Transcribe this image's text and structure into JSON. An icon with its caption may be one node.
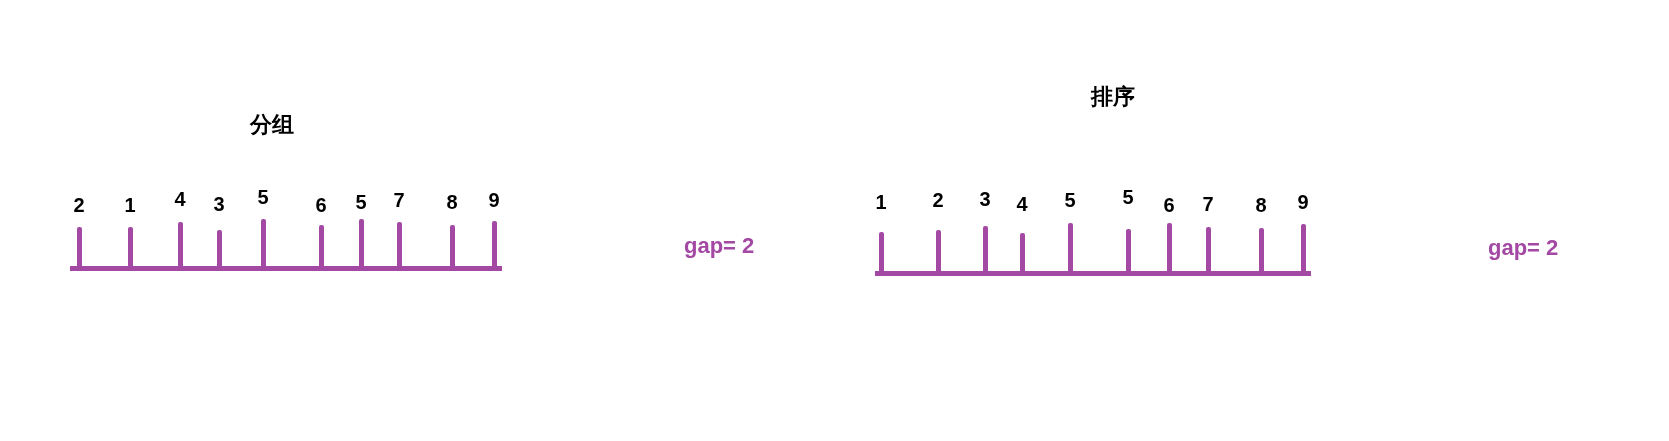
{
  "diagram": {
    "nodes": [
      {
        "text": [
          "分组"
        ]
      },
      {
        "text": [
          "2"
        ],
        "in": 0
      },
      {
        "text": [
          "1"
        ],
        "in": 0
      },
      {
        "text": [
          "4"
        ],
        "in": 0
      },
      {
        "text": [
          "3"
        ],
        "in": 0
      },
      {
        "text": [
          "5"
        ],
        "in": 0
      },
      {
        "text": [
          "6"
        ],
        "in": 0
      },
      {
        "text": [
          "5"
        ],
        "in": 0
      },
      {
        "text": [
          "7"
        ],
        "in": 0
      },
      {
        "text": [
          "8"
        ],
        "in": 0
      },
      {
        "text": [
          "9"
        ],
        "in": 0
      },
      {
        "text": [
          "排序"
        ]
      },
      {
        "text": [
          "1"
        ],
        "in": 11
      },
      {
        "text": [
          "2"
        ],
        "in": 11
      },
      {
        "text": [
          "3"
        ],
        "in": 11
      },
      {
        "text": [
          "4"
        ],
        "in": 11
      },
      {
        "text": [
          "5"
        ],
        "in": 11
      },
      {
        "text": [
          "5"
        ],
        "in": 11
      },
      {
        "text": [
          "6"
        ],
        "in": 11
      },
      {
        "text": [
          "7"
        ],
        "in": 11
      },
      {
        "text": [
          "8"
        ],
        "in": 11
      },
      {
        "text": [
          "9"
        ],
        "in": 11
      }
    ],
    "labels": [
      "gap= 2",
      "gap= 2"
    ]
  }
}
